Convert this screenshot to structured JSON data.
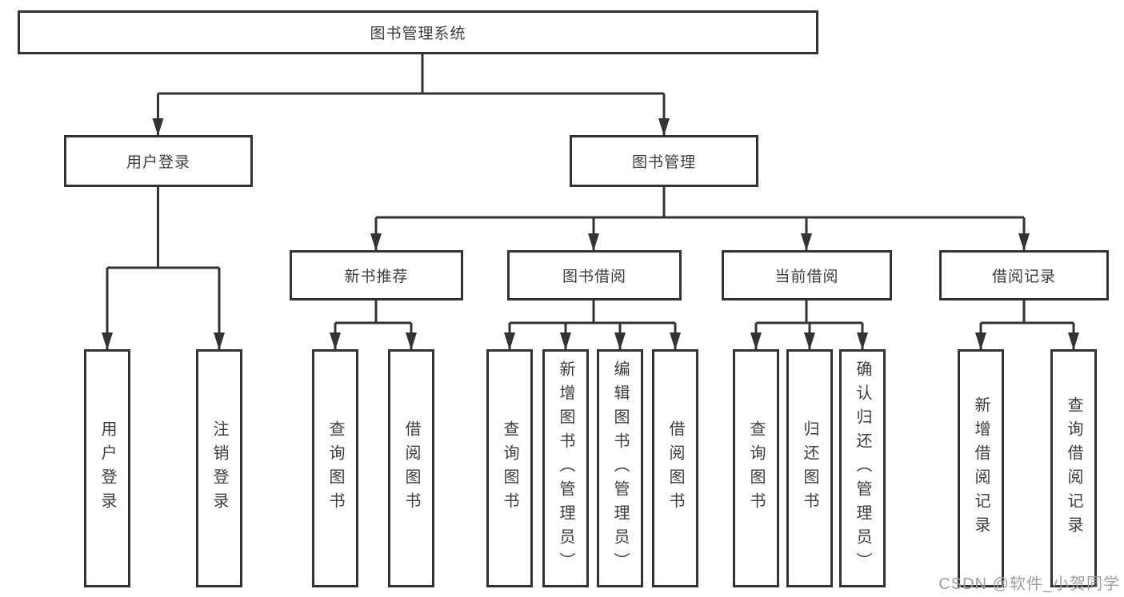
{
  "diagram": {
    "nodes": {
      "root": "图书管理系统",
      "user_login": "用户登录",
      "book_mgmt": "图书管理",
      "new_books": "新书推荐",
      "book_borrow": "图书借阅",
      "current_borrow": "当前借阅",
      "borrow_records": "借阅记录",
      "leaf_user_login": "用户登录",
      "leaf_logout": "注销登录",
      "leaf_nb_query": "查询图书",
      "leaf_nb_borrow": "借阅图书",
      "leaf_bb_query": "查询图书",
      "leaf_bb_add": "新增图书（管理员）",
      "leaf_bb_edit": "编辑图书（管理员）",
      "leaf_bb_borrow": "借阅图书",
      "leaf_cb_query": "查询图书",
      "leaf_cb_return": "归还图书",
      "leaf_cb_confirm": "确认归还（管理员）",
      "leaf_br_add": "新增借阅记录",
      "leaf_br_query": "查询借阅记录"
    },
    "colors": {
      "line": "#333333",
      "text": "#3d3d3d",
      "box_fill": "#ffffff",
      "watermark": "#9e9e9e"
    }
  },
  "watermark": "CSDN @软件_小贺同学"
}
